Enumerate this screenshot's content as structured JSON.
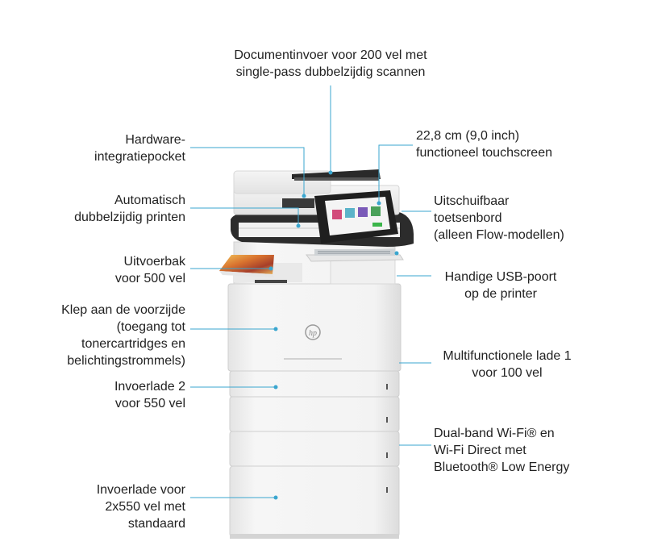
{
  "callouts": {
    "adf": [
      "Documentinvoer voor 200 vel met",
      "single-pass dubbelzijdig scannen"
    ],
    "hip": [
      "Hardware-",
      "integratiepocket"
    ],
    "duplex": [
      "Automatisch",
      "dubbelzijdig printen"
    ],
    "output": [
      "Uitvoerbak",
      "voor 500 vel"
    ],
    "front": [
      "Klep aan de voorzijde",
      "(toegang tot",
      "tonercartridges en",
      "belichtingstrommels)"
    ],
    "tray2": [
      "Invoerlade 2",
      "voor 550 vel"
    ],
    "tray_stand": [
      "Invoerlade voor",
      "2x550 vel met",
      "standaard"
    ],
    "touch": [
      "22,8 cm (9,0 inch)",
      "functioneel touchscreen"
    ],
    "keyboard": [
      "Uitschuifbaar",
      "toetsenbord",
      "(alleen Flow-modellen)"
    ],
    "usb": [
      "Handige USB-poort",
      "op de printer"
    ],
    "tray1": [
      "Multifunctionele lade 1",
      "voor 100 vel"
    ],
    "wifi": [
      "Dual-band Wi-Fi® en",
      "Wi-Fi Direct met",
      "Bluetooth® Low Energy"
    ]
  },
  "colors": {
    "callout_line": "#3aa6cf",
    "printer_body": "#eeeeee",
    "printer_dark": "#2a2a2a"
  },
  "brand_logo": "hp"
}
